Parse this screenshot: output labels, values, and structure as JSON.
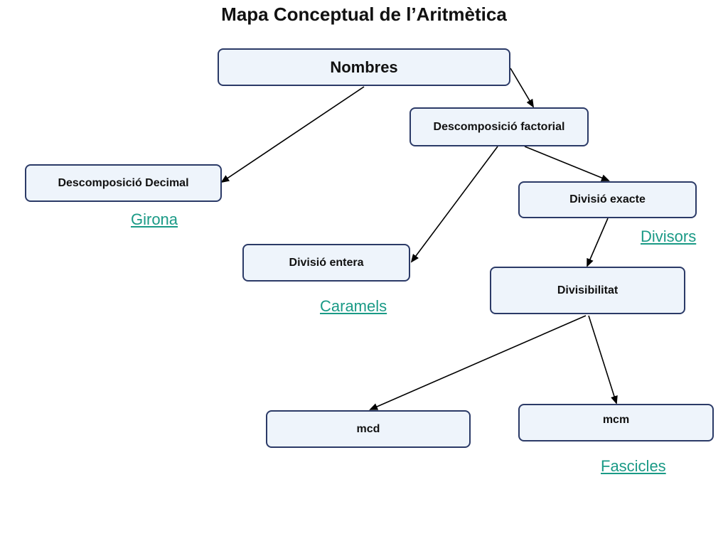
{
  "title": "Mapa Conceptual de l’Aritmètica",
  "colors": {
    "node_fill": "#eef4fb",
    "node_border": "#2b3a67",
    "link": "#1a9a86",
    "arrow": "#000000"
  },
  "nodes": {
    "nombres": "Nombres",
    "descomposicio_factorial": "Descomposició factorial",
    "descomposicio_decimal": "Descomposició Decimal",
    "divisio_exacte": "Divisió exacte",
    "divisio_entera": "Divisió entera",
    "divisibilitat": "Divisibilitat",
    "mcd": "mcd",
    "mcm": "mcm"
  },
  "links": {
    "girona": "Girona",
    "divisors": "Divisors",
    "caramels": "Caramels",
    "fascicles": "Fascicles"
  }
}
